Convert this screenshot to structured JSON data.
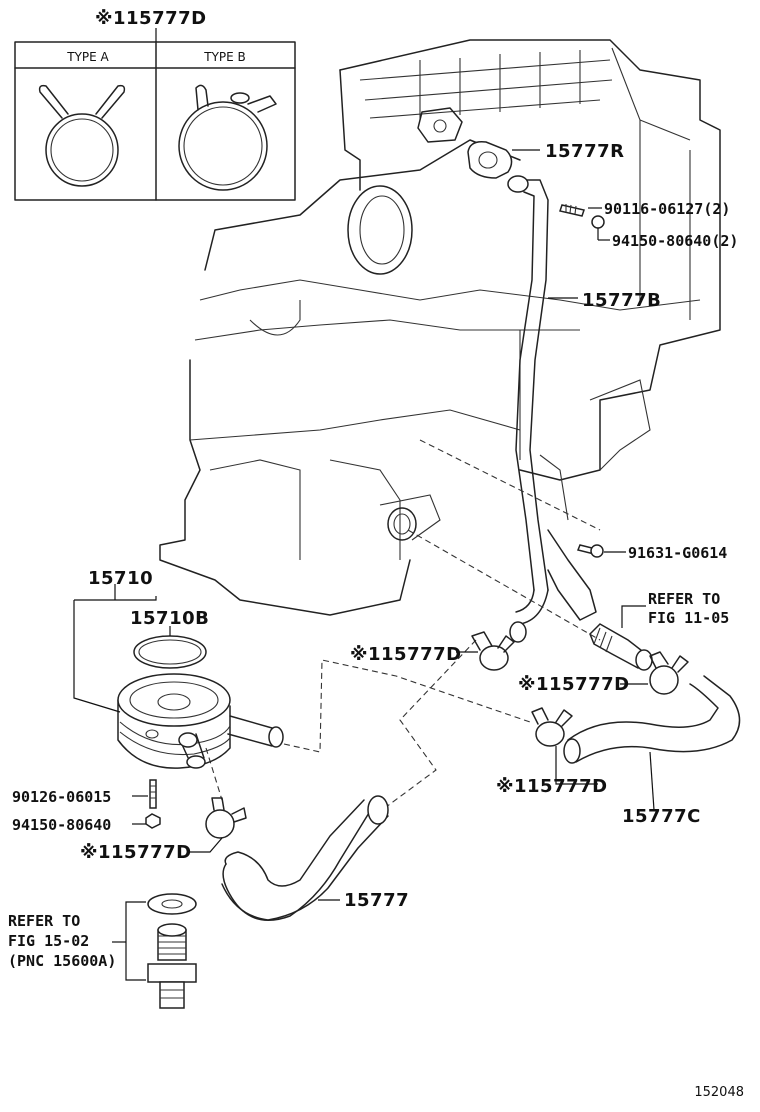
{
  "inset": {
    "mark": "※1",
    "part": "15777D",
    "type_a": "TYPE A",
    "type_b": "TYPE B"
  },
  "parts": {
    "p15777R": "15777R",
    "p90116": "90116-06127(2)",
    "p94150a": "94150-80640(2)",
    "p15777B": "15777B",
    "p91631": "91631-G0614",
    "refer_11_line1": "REFER TO",
    "refer_11_line2": "FIG 11-05",
    "p15710": "15710",
    "p15710B": "15710B",
    "p15777D_1": "※115777D",
    "p15777D_2": "※115777D",
    "p15777D_3": "※115777D",
    "p15777D_4": "※115777D",
    "p15777C": "15777C",
    "p90126": "90126-06015",
    "p94150b": "94150-80640",
    "p15777": "15777",
    "refer_15_line1": "REFER TO",
    "refer_15_line2": "FIG 15-02",
    "refer_15_line3": "(PNC 15600A)"
  },
  "figure_number": "152048"
}
